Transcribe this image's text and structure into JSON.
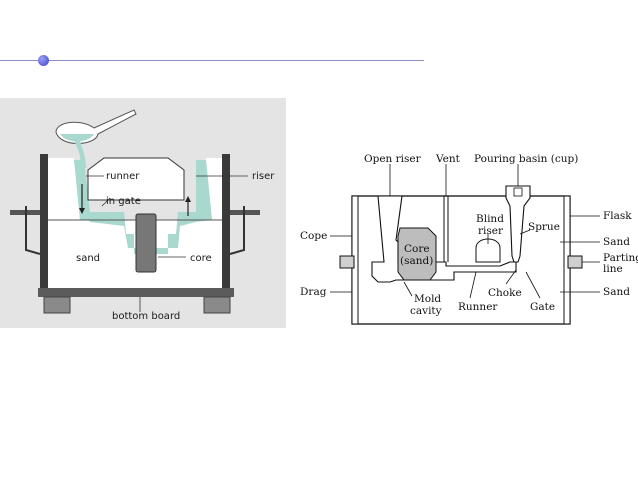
{
  "left_diagram": {
    "labels": {
      "runner": "runner",
      "riser": "riser",
      "in_gate": "in gate",
      "sand": "sand",
      "core": "core",
      "bottom_board": "bottom board"
    }
  },
  "right_diagram": {
    "labels": {
      "open_riser": "Open riser",
      "vent": "Vent",
      "pouring_basin": "Pouring basin (cup)",
      "flask": "Flask",
      "cope": "Cope",
      "blind_riser_1": "Blind",
      "blind_riser_2": "riser",
      "sprue": "Sprue",
      "sand_upper": "Sand",
      "core_1": "Core",
      "core_2": "(sand)",
      "parting_line_1": "Parting",
      "parting_line_2": "line",
      "drag": "Drag",
      "choke": "Choke",
      "sand_lower": "Sand",
      "mold_cavity_1": "Mold",
      "mold_cavity_2": "cavity",
      "runner": "Runner",
      "gate": "Gate"
    }
  },
  "colors": {
    "accent_line": "#8b8fc9",
    "bullet": "#3940c8",
    "metal": "#a9d8cf",
    "panel_bg": "#e4e4e4",
    "sand_bg": "#ffffff"
  }
}
